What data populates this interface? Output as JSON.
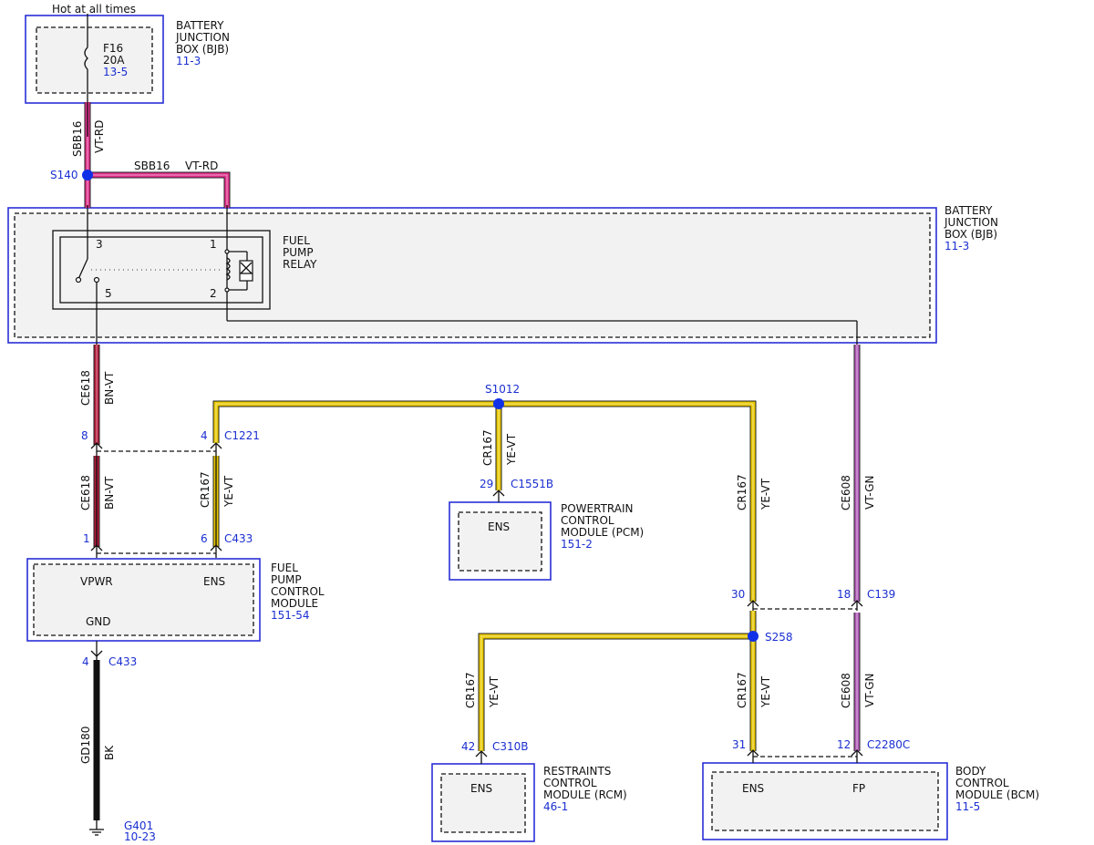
{
  "top_label": "Hot at all times",
  "modules": {
    "bjb_top": {
      "lines": [
        "BATTERY",
        "JUNCTION",
        "BOX (BJB)"
      ],
      "ref": "11-3"
    },
    "fuse": {
      "name": "F16",
      "rating": "20A",
      "ref": "13-5"
    },
    "bjb_main": {
      "lines": [
        "BATTERY",
        "JUNCTION",
        "BOX (BJB)"
      ],
      "ref": "11-3"
    },
    "relay": {
      "lines": [
        "FUEL",
        "PUMP",
        "RELAY"
      ],
      "pins": [
        "3",
        "1",
        "5",
        "2"
      ]
    },
    "fpcm": {
      "lines": [
        "FUEL",
        "PUMP",
        "CONTROL",
        "MODULE"
      ],
      "ref": "151-54",
      "pins": [
        "VPWR",
        "ENS",
        "GND"
      ]
    },
    "pcm": {
      "lines": [
        "POWERTRAIN",
        "CONTROL",
        "MODULE (PCM)"
      ],
      "ref": "151-2",
      "pin": "ENS"
    },
    "rcm": {
      "lines": [
        "RESTRAINTS",
        "CONTROL",
        "MODULE (RCM)"
      ],
      "ref": "46-1",
      "pin": "ENS"
    },
    "bcm": {
      "lines": [
        "BODY",
        "CONTROL",
        "MODULE (BCM)"
      ],
      "ref": "11-5",
      "pins": [
        "ENS",
        "FP"
      ]
    }
  },
  "splices": [
    "S140",
    "S1012",
    "S258"
  ],
  "wires": {
    "sbb16": {
      "circuit": "SBB16",
      "color": "VT-RD"
    },
    "ce618": {
      "circuit": "CE618",
      "color": "BN-VT"
    },
    "cr167": {
      "circuit": "CR167",
      "color": "YE-VT"
    },
    "ce608": {
      "circuit": "CE608",
      "color": "VT-GN"
    },
    "gd180": {
      "circuit": "GD180",
      "color": "BK"
    }
  },
  "connectors": {
    "c1221": {
      "name": "C1221",
      "pins": [
        "8",
        "4"
      ]
    },
    "c433_top": {
      "name": "C433",
      "pins": [
        "1",
        "6"
      ]
    },
    "c433_gnd": {
      "name": "C433",
      "pin": "4"
    },
    "c1551b": {
      "name": "C1551B",
      "pin": "29"
    },
    "c139": {
      "name": "C139",
      "pins": [
        "30",
        "18"
      ]
    },
    "c310b": {
      "name": "C310B",
      "pin": "42"
    },
    "c2280c": {
      "name": "C2280C",
      "pins": [
        "31",
        "12"
      ]
    }
  },
  "ground": {
    "name": "G401",
    "ref": "10-23"
  },
  "colors": {
    "vt_rd": "#e0308a",
    "bn_vt": "#b01a3a",
    "ye_vt": "#e8c800",
    "vt_gn": "#b05ab8",
    "bk": "#111111",
    "outline_blue": "#2a2fd6",
    "label_blue": "#1a2fd1",
    "splice_blue": "#1030e8"
  }
}
